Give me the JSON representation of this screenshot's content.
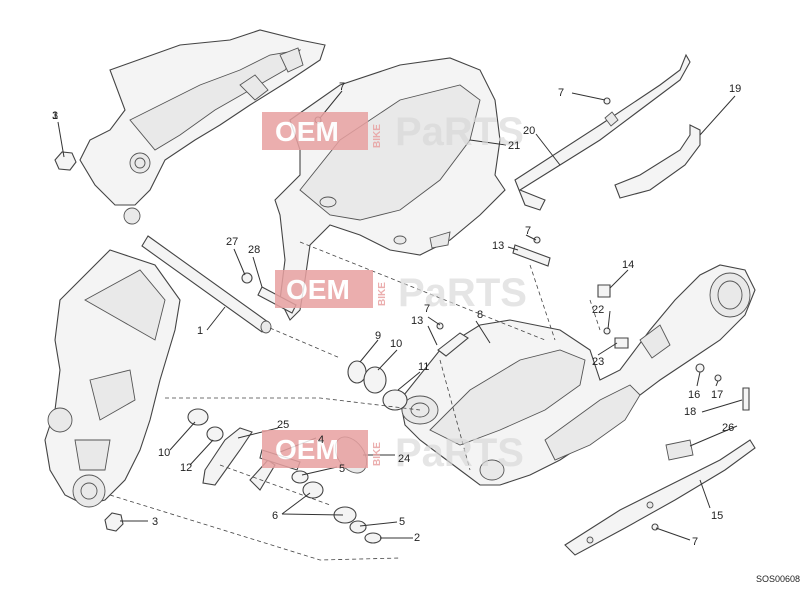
{
  "watermark": {
    "oem": "OEM",
    "bike": "BIKE",
    "parts": "PaRTS",
    "color_box": "#e8a1a1",
    "color_text": "#ffffff",
    "color_parts": "#d9d9d9"
  },
  "diagram_code": "SOS00608",
  "callouts": [
    "1",
    "2",
    "3",
    "3",
    "4",
    "5",
    "5",
    "6",
    "7",
    "7",
    "7",
    "7",
    "7",
    "8",
    "9",
    "10",
    "10",
    "11",
    "12",
    "13",
    "13",
    "14",
    "15",
    "16",
    "17",
    "18",
    "19",
    "20",
    "21",
    "22",
    "23",
    "24",
    "25",
    "26",
    "27",
    "28"
  ]
}
